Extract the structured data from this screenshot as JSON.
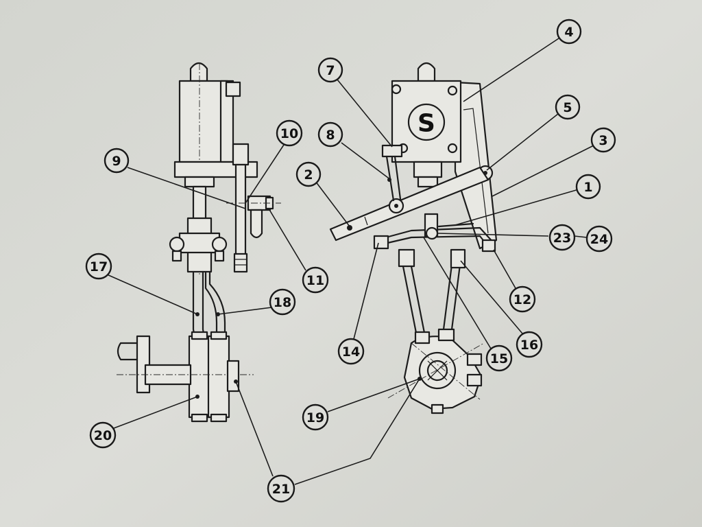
{
  "symbol_label": "S",
  "callouts": [
    {
      "id": "1",
      "label": "1"
    },
    {
      "id": "2",
      "label": "2"
    },
    {
      "id": "3",
      "label": "3"
    },
    {
      "id": "4",
      "label": "4"
    },
    {
      "id": "5",
      "label": "5"
    },
    {
      "id": "7",
      "label": "7"
    },
    {
      "id": "8",
      "label": "8"
    },
    {
      "id": "9",
      "label": "9"
    },
    {
      "id": "10",
      "label": "10"
    },
    {
      "id": "11",
      "label": "11"
    },
    {
      "id": "12",
      "label": "12"
    },
    {
      "id": "14",
      "label": "14"
    },
    {
      "id": "15",
      "label": "15"
    },
    {
      "id": "16",
      "label": "16"
    },
    {
      "id": "17",
      "label": "17"
    },
    {
      "id": "18",
      "label": "18"
    },
    {
      "id": "19",
      "label": "19"
    },
    {
      "id": "20",
      "label": "20"
    },
    {
      "id": "21",
      "label": "21"
    },
    {
      "id": "23",
      "label": "23"
    },
    {
      "id": "24",
      "label": "24"
    }
  ]
}
